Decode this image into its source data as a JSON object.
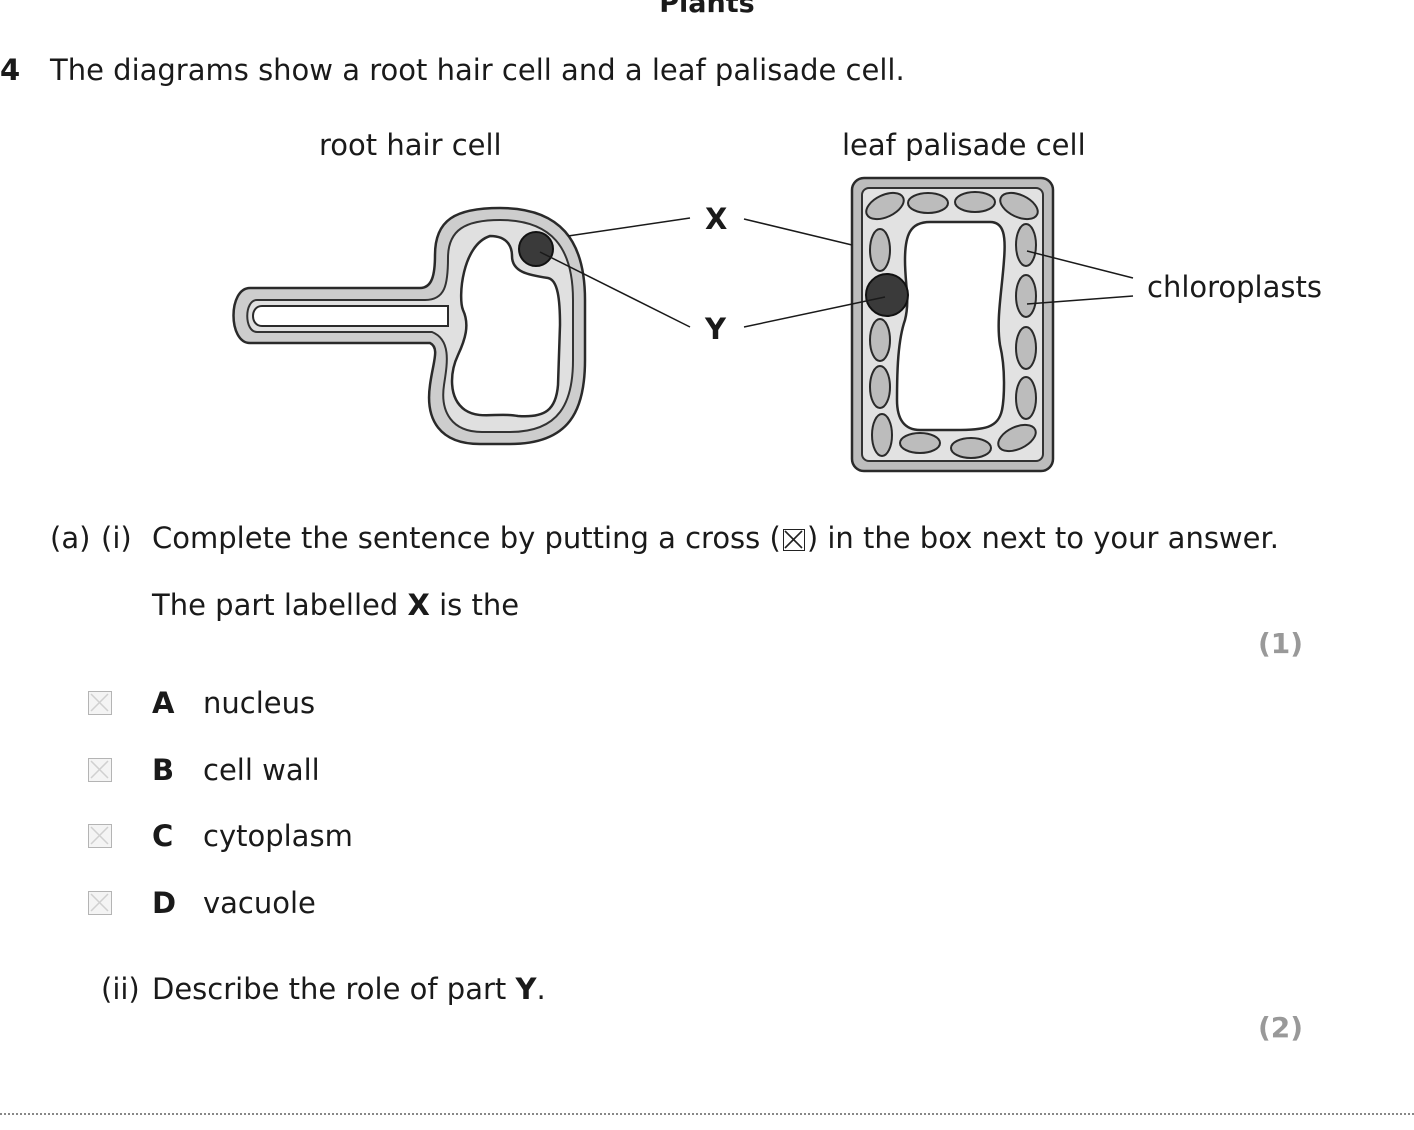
{
  "page": {
    "heading": "Plants"
  },
  "question": {
    "number": "4",
    "stem": "The diagrams show a root hair cell and a leaf palisade cell."
  },
  "diagram": {
    "root_hair_label": "root hair cell",
    "palisade_label": "leaf palisade cell",
    "label_x": "X",
    "label_y": "Y",
    "chloroplasts_label": "chloroplasts"
  },
  "part_a_i": {
    "part_label": "(a)",
    "sub_label": "(i)",
    "instruction_before": "Complete the sentence by putting a cross (",
    "instruction_after": ") in the box next to your answer.",
    "prompt_before": "The part labelled ",
    "prompt_bold": "X",
    "prompt_after": " is the",
    "marks": "(1)",
    "options": [
      {
        "letter": "A",
        "text": "nucleus"
      },
      {
        "letter": "B",
        "text": "cell wall"
      },
      {
        "letter": "C",
        "text": "cytoplasm"
      },
      {
        "letter": "D",
        "text": "vacuole"
      }
    ]
  },
  "part_a_ii": {
    "sub_label": "(ii)",
    "prompt_before": "Describe the role of part ",
    "prompt_bold": "Y",
    "prompt_after": ".",
    "marks": "(2)"
  }
}
